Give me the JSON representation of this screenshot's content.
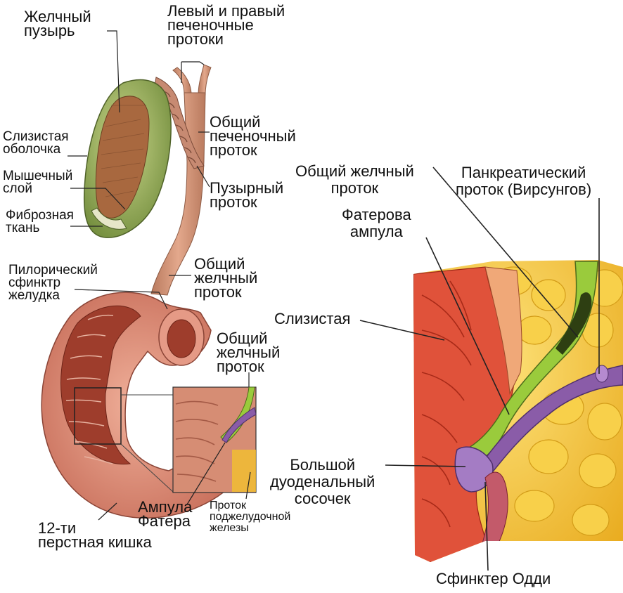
{
  "left_diagram": {
    "gallbladder": [
      "Желчный",
      "пузырь"
    ],
    "hepatic_ducts": [
      "Левый и правый",
      "печеночные",
      "протоки"
    ],
    "common_hepatic_duct": [
      "Общий",
      "печеночный",
      "проток"
    ],
    "mucosa": [
      "Слизистая",
      "оболочка"
    ],
    "muscle_layer": [
      "Мышечный",
      "слой"
    ],
    "fibrous_tissue": [
      "Фиброзная",
      "ткань"
    ],
    "cystic_duct": [
      "Пузырный",
      "проток"
    ],
    "common_bile_duct_1": [
      "Общий",
      "желчный",
      "проток"
    ],
    "pyloric_sphincter": [
      "Пилорический",
      "сфинктр",
      "желудка"
    ],
    "common_bile_duct_2": [
      "Общий",
      "желчный",
      "проток"
    ],
    "ampulla": [
      "Ампула",
      "Фатера"
    ],
    "pancreatic_duct_small": [
      "Проток",
      "поджелудочной",
      "железы"
    ],
    "duodenum": [
      "12-ти",
      "перстная кишка"
    ]
  },
  "right_diagram": {
    "common_bile_duct": [
      "Общий желчный",
      "проток"
    ],
    "pancreatic_duct": [
      "Панкреатический",
      "проток (Вирсунгов)"
    ],
    "vater_ampulla": [
      "Фатерова",
      "ампула"
    ],
    "mucosa": "Слизистая",
    "major_papilla": [
      "Большой",
      "дуоденальный",
      "сосочек"
    ],
    "oddi_sphincter": "Сфинктер Одди"
  },
  "colors": {
    "gallbladder_wall": "#8fa65a",
    "gallbladder_inner": "#a8683f",
    "duct": "#c98a6c",
    "duodenum": "#d98c78",
    "duodenum_inner": "#9e3d2c",
    "fat": "#f2c02e",
    "mucosa_red": "#e0523a",
    "bile_duct_green": "#9acb3c",
    "pancreatic_purple": "#8a5ca8"
  }
}
